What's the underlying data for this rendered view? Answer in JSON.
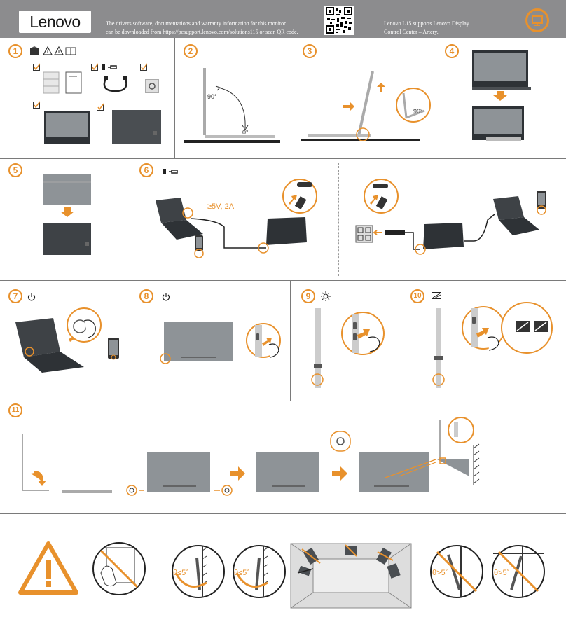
{
  "header": {
    "logo": "Lenovo",
    "drivers_text_line1": "The drivers software, documentations and warranty information for this monitor",
    "drivers_text_line2": "can be downloaded from https://pcsupport.lenovo.com/solutions115 or scan QR code.",
    "support_text_line1": "Lenovo L15 supports Lenovo Display",
    "support_text_line2": "Control Center – Artery."
  },
  "steps": [
    "1",
    "2",
    "3",
    "4",
    "5",
    "6",
    "7",
    "8",
    "9",
    "10",
    "11"
  ],
  "labels": {
    "angle_90": "90°",
    "angle_0": "0°",
    "angle_90_b": "90°",
    "power_spec": "≥5V, 2A",
    "theta_le5_a": "θ≤5˚",
    "theta_le5_b": "θ≤5˚",
    "theta_gt5_a": "θ>5˚",
    "theta_gt5_b": "θ>5˚"
  },
  "colors": {
    "accent": "#e8912c",
    "header_bg": "#8c8c8e",
    "device_gray": "#8e9397",
    "device_dark": "#3e4246"
  },
  "icons": [
    "package-icon",
    "warning-icon",
    "manual-icon",
    "usb-c-icon",
    "power-icon",
    "brightness-icon",
    "display-mode-icon",
    "screw-icon",
    "monitor-icon"
  ]
}
